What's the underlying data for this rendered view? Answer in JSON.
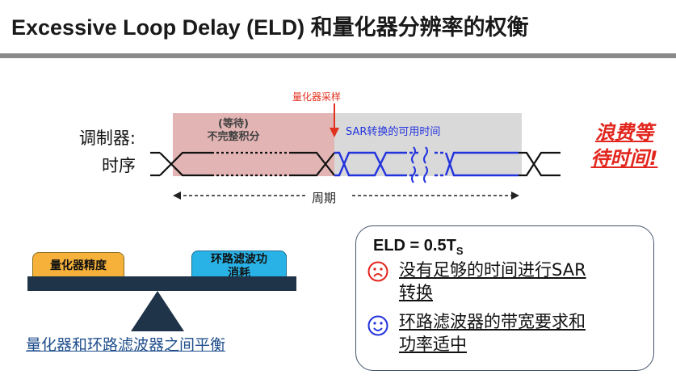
{
  "slide": {
    "title": "Excessive Loop Delay (ELD) 和量化器分辨率的权衡"
  },
  "timing": {
    "sample_label": "量化器采样",
    "row_label_line1": "调制器:",
    "row_label_line2": "时序",
    "wait_label_line1": "(等待)",
    "wait_label_line2": "不完整积分",
    "sar_label": "SAR转换的可用时间",
    "period_label": "周期",
    "waste_line1": "浪费等",
    "waste_line2": "待时间!"
  },
  "balance": {
    "left_weight": "量化器精度",
    "right_weight_line1": "环路滤波功",
    "right_weight_line2": "消耗",
    "caption": "量化器和环路滤波器之间平衡"
  },
  "eld": {
    "title_main": "ELD = 0.5T",
    "title_sub": "S",
    "item1_part1": "没有足够的时间进行SAR",
    "item1_part2": "转换",
    "item2_part1": "环路滤波器的带宽要求和",
    "item2_part2": "功率适中",
    "sad_face_icon": "sad-face-icon",
    "happy_face_icon": "smiley-face-icon"
  },
  "colors": {
    "accent_red": "#e2261e",
    "accent_blue": "#2233dd",
    "pink_shade": "#e3b4b4",
    "gray_shade": "#d9d9d9",
    "beam_navy": "#1f3448",
    "quantizer_weight": "#f5b13a",
    "filter_weight": "#29b2e6"
  }
}
